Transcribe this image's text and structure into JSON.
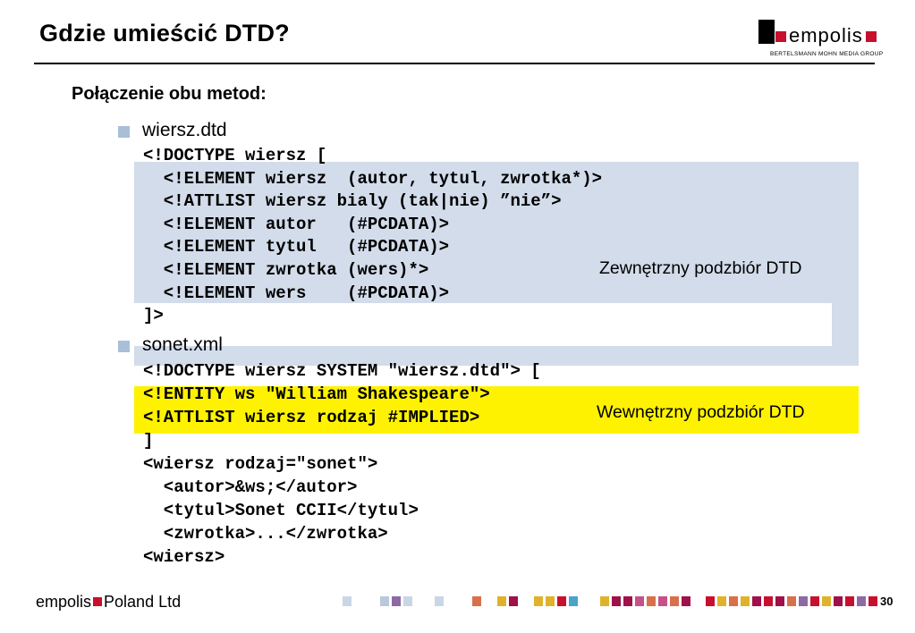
{
  "header": {
    "title": "Gdzie umieścić DTD?",
    "logo": {
      "word": "empolis",
      "tagline": "BERTELSMANN MOHN MEDIA GROUP"
    }
  },
  "content": {
    "subtitle": "Połączenie obu metod:",
    "bullets": [
      {
        "label": "wiersz.dtd"
      },
      {
        "label": "sonet.xml"
      }
    ],
    "dtd_lines": [
      "<!DOCTYPE wiersz [",
      "  <!ELEMENT wiersz  (autor, tytul, zwrotka*)>",
      "  <!ATTLIST wiersz bialy (tak|nie) ”nie”>",
      "  <!ELEMENT autor   (#PCDATA)>",
      "  <!ELEMENT tytul   (#PCDATA)>",
      "  <!ELEMENT zwrotka (wers)*>",
      "  <!ELEMENT wers    (#PCDATA)>",
      "]>"
    ],
    "xml_lines": [
      "<!DOCTYPE wiersz SYSTEM \"wiersz.dtd\"> [",
      "<!ENTITY ws \"William Shakespeare\">",
      "<!ATTLIST wiersz rodzaj #IMPLIED>",
      "]",
      "<wiersz rodzaj=\"sonet\">",
      "  <autor>&ws;</autor>",
      "  <tytul>Sonet CCII</tytul>",
      "  <zwrotka>...</zwrotka>",
      "<wiersz>"
    ],
    "external_label": "Zewnętrzny podzbiór DTD",
    "internal_label": "Wewnętrzny podzbiór DTD"
  },
  "footer": {
    "company_left": "empolis",
    "company_right": "Poland Ltd",
    "page_number": "30"
  },
  "colors": {
    "accent_red": "#c8102e",
    "external_highlight": "#d3dcea",
    "internal_highlight": "#fff200",
    "bullet": "#a9bfd8"
  }
}
